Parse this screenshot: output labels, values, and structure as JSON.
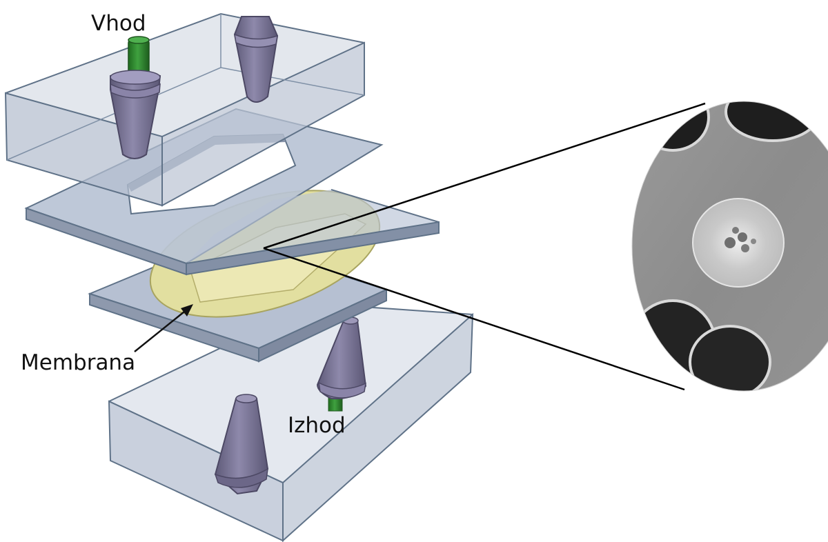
{
  "labels": {
    "inlet": "Vhod",
    "outlet": "Izhod",
    "membrane": "Membrana"
  },
  "icons": {
    "inlet_connector": "green-tube-icon",
    "outlet_connector": "green-tube-icon",
    "fitting": "cone-fitting-icon"
  },
  "colors": {
    "housing_fill": "#a9b4c8",
    "housing_edge": "#5f7288",
    "gasket_fill": "#b6c0d2",
    "membrane_fill": "#e2dfa0",
    "fitting_fill": "#75708f",
    "tube_fill": "#2e8a2e",
    "zoom_line": "#000000"
  }
}
